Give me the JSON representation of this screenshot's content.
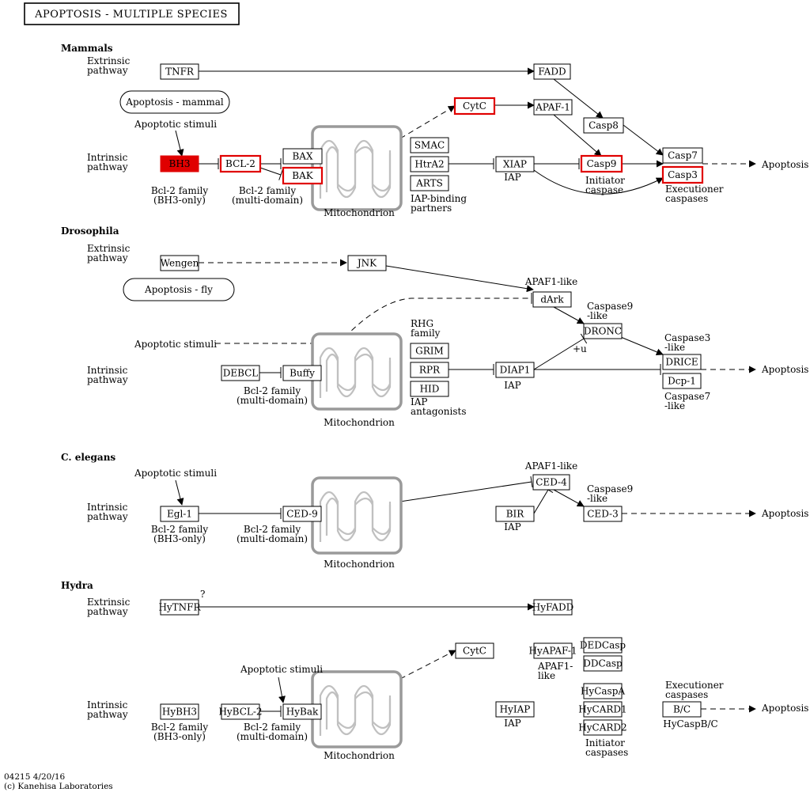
{
  "title": "APOPTOSIS - MULTIPLE SPECIES",
  "footer": {
    "code": "04215 4/20/16",
    "copyright": "(c) Kanehisa Laboratories"
  },
  "sections": [
    {
      "id": "mammals",
      "label": "Mammals"
    },
    {
      "id": "drosophila",
      "label": "Drosophila"
    },
    {
      "id": "celegans",
      "label": "C. elegans"
    },
    {
      "id": "hydra",
      "label": "Hydra"
    }
  ],
  "colors": {
    "highlight": "#e00000",
    "mitochondrion": "#9a9a9a",
    "line": "#000000"
  },
  "nodes": [
    {
      "id": "tnfr",
      "label": "TNFR",
      "style": "normal"
    },
    {
      "id": "fadd",
      "label": "FADD",
      "style": "normal"
    },
    {
      "id": "apaf1",
      "label": "APAF-1",
      "style": "normal"
    },
    {
      "id": "cytc_m",
      "label": "CytC",
      "style": "red-outline"
    },
    {
      "id": "casp8",
      "label": "Casp8",
      "style": "normal"
    },
    {
      "id": "casp7",
      "label": "Casp7",
      "style": "normal"
    },
    {
      "id": "casp3",
      "label": "Casp3",
      "style": "red-outline"
    },
    {
      "id": "casp9",
      "label": "Casp9",
      "style": "red-outline"
    },
    {
      "id": "xiap",
      "label": "XIAP",
      "style": "normal"
    },
    {
      "id": "smac",
      "label": "SMAC",
      "style": "normal"
    },
    {
      "id": "htra2",
      "label": "HtrA2",
      "style": "normal"
    },
    {
      "id": "arts",
      "label": "ARTS",
      "style": "normal"
    },
    {
      "id": "bax",
      "label": "BAX",
      "style": "normal"
    },
    {
      "id": "bak",
      "label": "BAK",
      "style": "red-outline"
    },
    {
      "id": "bcl2",
      "label": "BCL-2",
      "style": "red-outline"
    },
    {
      "id": "bh3",
      "label": "BH3",
      "style": "red-fill"
    },
    {
      "id": "wengen",
      "label": "Wengen",
      "style": "normal"
    },
    {
      "id": "jnk",
      "label": "JNK",
      "style": "normal"
    },
    {
      "id": "dark",
      "label": "dArk",
      "style": "normal"
    },
    {
      "id": "dronc",
      "label": "DRONC",
      "style": "normal"
    },
    {
      "id": "drice",
      "label": "DRICE",
      "style": "normal"
    },
    {
      "id": "dcp1",
      "label": "Dcp-1",
      "style": "normal"
    },
    {
      "id": "diap1",
      "label": "DIAP1",
      "style": "normal"
    },
    {
      "id": "grim",
      "label": "GRIM",
      "style": "normal"
    },
    {
      "id": "rpr",
      "label": "RPR",
      "style": "normal"
    },
    {
      "id": "hid",
      "label": "HID",
      "style": "normal"
    },
    {
      "id": "debcl",
      "label": "DEBCL",
      "style": "normal"
    },
    {
      "id": "buffy",
      "label": "Buffy",
      "style": "normal"
    },
    {
      "id": "egl1",
      "label": "Egl-1",
      "style": "normal"
    },
    {
      "id": "ced9",
      "label": "CED-9",
      "style": "normal"
    },
    {
      "id": "ced4",
      "label": "CED-4",
      "style": "normal"
    },
    {
      "id": "bir",
      "label": "BIR",
      "style": "normal"
    },
    {
      "id": "ced3",
      "label": "CED-3",
      "style": "normal"
    },
    {
      "id": "hytnfr",
      "label": "HyTNFR",
      "style": "normal"
    },
    {
      "id": "hyfadd",
      "label": "HyFADD",
      "style": "normal"
    },
    {
      "id": "cytc_h",
      "label": "CytC",
      "style": "normal"
    },
    {
      "id": "hyapaf1",
      "label": "HyAPAF-1",
      "style": "normal"
    },
    {
      "id": "dedcasp",
      "label": "DEDCasp",
      "style": "normal"
    },
    {
      "id": "ddcasp",
      "label": "DDCasp",
      "style": "normal"
    },
    {
      "id": "hycaspa",
      "label": "HyCaspA",
      "style": "normal"
    },
    {
      "id": "hycard1",
      "label": "HyCARD1",
      "style": "normal"
    },
    {
      "id": "hycard2",
      "label": "HyCARD2",
      "style": "normal"
    },
    {
      "id": "hyiap",
      "label": "HyIAP",
      "style": "normal"
    },
    {
      "id": "hybh3",
      "label": "HyBH3",
      "style": "normal"
    },
    {
      "id": "hybcl2",
      "label": "HyBCL-2",
      "style": "normal"
    },
    {
      "id": "hybak",
      "label": "HyBak",
      "style": "normal"
    },
    {
      "id": "bc",
      "label": "B/C",
      "style": "normal"
    }
  ],
  "maps": [
    {
      "id": "map_mammal",
      "label": "Apoptosis - mammal"
    },
    {
      "id": "map_fly",
      "label": "Apoptosis - fly"
    }
  ],
  "texts": [
    {
      "id": "t1",
      "lines": [
        "Extrinsic",
        "pathway"
      ]
    },
    {
      "id": "t2",
      "lines": [
        "Intrinsic",
        "pathway"
      ]
    },
    {
      "id": "t3",
      "lines": [
        "Apoptotic stimuli"
      ]
    },
    {
      "id": "t4",
      "lines": [
        "Bcl-2 family",
        "(BH3-only)"
      ]
    },
    {
      "id": "t5",
      "lines": [
        "Bcl-2 family",
        "(multi-domain)"
      ]
    },
    {
      "id": "t6",
      "lines": [
        "Mitochondrion"
      ]
    },
    {
      "id": "t7",
      "lines": [
        "IAP-binding",
        "partners"
      ]
    },
    {
      "id": "t8",
      "lines": [
        "IAP"
      ]
    },
    {
      "id": "t9",
      "lines": [
        "Initiator",
        "caspase"
      ]
    },
    {
      "id": "t10",
      "lines": [
        "Executioner",
        "caspases"
      ]
    },
    {
      "id": "t11",
      "lines": [
        "Apoptosis"
      ]
    },
    {
      "id": "t12",
      "lines": [
        "Extrinsic",
        "pathway"
      ]
    },
    {
      "id": "t13",
      "lines": [
        "Intrinsic",
        "pathway"
      ]
    },
    {
      "id": "t14",
      "lines": [
        "APAF1-like"
      ]
    },
    {
      "id": "t15",
      "lines": [
        "Caspase9",
        "-like"
      ]
    },
    {
      "id": "t16",
      "lines": [
        "Caspase3",
        "-like"
      ]
    },
    {
      "id": "t17",
      "lines": [
        "RHG",
        "family"
      ]
    },
    {
      "id": "t18",
      "lines": [
        "Apoptotic stimuli"
      ]
    },
    {
      "id": "t19",
      "lines": [
        "+u"
      ]
    },
    {
      "id": "t20",
      "lines": [
        "Bcl-2 family",
        "(multi-domain)"
      ]
    },
    {
      "id": "t21",
      "lines": [
        "IAP",
        "antagonists"
      ]
    },
    {
      "id": "t22",
      "lines": [
        "IAP"
      ]
    },
    {
      "id": "t23",
      "lines": [
        "Caspase7",
        "-like"
      ]
    },
    {
      "id": "t24",
      "lines": [
        "Mitochondrion"
      ]
    },
    {
      "id": "t25",
      "lines": [
        "Apoptosis"
      ]
    },
    {
      "id": "t26",
      "lines": [
        "Apoptotic stimuli"
      ]
    },
    {
      "id": "t27",
      "lines": [
        "Intrinsic",
        "pathway"
      ]
    },
    {
      "id": "t28",
      "lines": [
        "Bcl-2 family",
        "(BH3-only)"
      ]
    },
    {
      "id": "t29",
      "lines": [
        "Bcl-2 family",
        "(multi-domain)"
      ]
    },
    {
      "id": "t30",
      "lines": [
        "APAF1-like"
      ]
    },
    {
      "id": "t31",
      "lines": [
        "Caspase9",
        "-like"
      ]
    },
    {
      "id": "t32",
      "lines": [
        "IAP"
      ]
    },
    {
      "id": "t33",
      "lines": [
        "Mitochondrion"
      ]
    },
    {
      "id": "t34",
      "lines": [
        "Apoptosis"
      ]
    },
    {
      "id": "t35",
      "lines": [
        "Extrinsic",
        "pathway"
      ]
    },
    {
      "id": "t36",
      "lines": [
        "?"
      ]
    },
    {
      "id": "t37",
      "lines": [
        "Intrinsic",
        "pathway"
      ]
    },
    {
      "id": "t38",
      "lines": [
        "Apoptotic stimuli"
      ]
    },
    {
      "id": "t39",
      "lines": [
        "Bcl-2 family",
        "(BH3-only)"
      ]
    },
    {
      "id": "t40",
      "lines": [
        "Bcl-2 family",
        "(multi-domain)"
      ]
    },
    {
      "id": "t41",
      "lines": [
        "Mitochondrion"
      ]
    },
    {
      "id": "t42",
      "lines": [
        "APAF1-",
        "like"
      ]
    },
    {
      "id": "t43",
      "lines": [
        "IAP"
      ]
    },
    {
      "id": "t44",
      "lines": [
        "Initiator",
        "caspases"
      ]
    },
    {
      "id": "t45",
      "lines": [
        "Executioner",
        "caspases"
      ]
    },
    {
      "id": "t46",
      "lines": [
        "HyCaspB/C"
      ]
    },
    {
      "id": "t47",
      "lines": [
        "Apoptosis"
      ]
    }
  ]
}
